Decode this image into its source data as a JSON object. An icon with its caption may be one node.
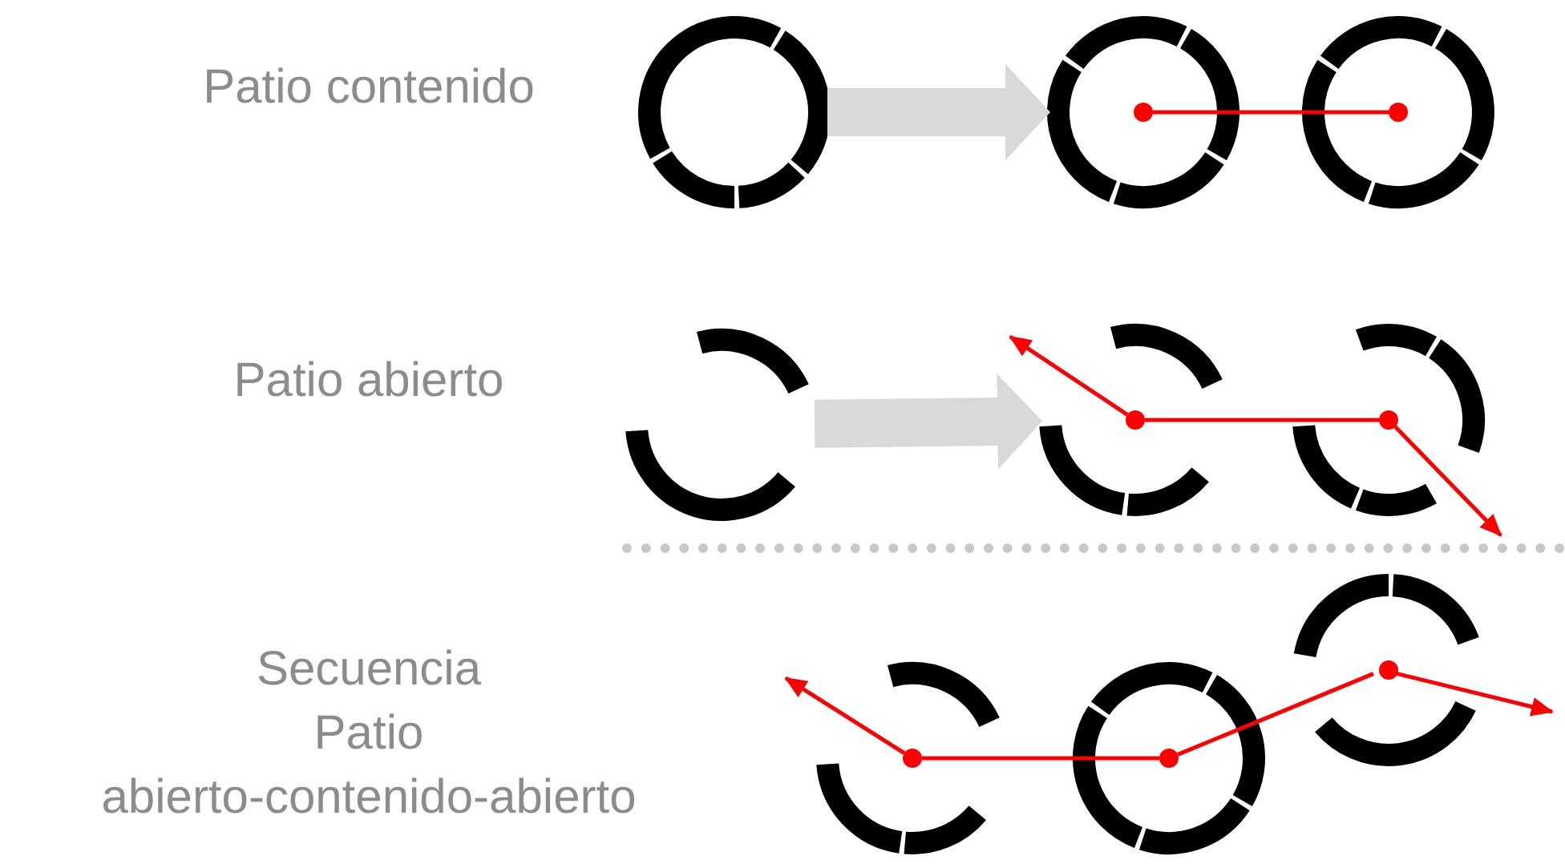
{
  "diagram": {
    "nodes": [
      {
        "text": [],
        "shape": "circle"
      },
      {
        "text": [],
        "shape": "circle"
      },
      {
        "text": [],
        "shape": "circle"
      },
      {
        "text": [],
        "shape": "dot",
        "in": 1
      },
      {
        "text": [],
        "shape": "dot",
        "in": 2
      },
      {
        "text": [],
        "shape": "arc"
      },
      {
        "text": [],
        "shape": "arc"
      },
      {
        "text": [],
        "shape": "arc"
      },
      {
        "text": [],
        "shape": "dot",
        "in": 6
      },
      {
        "text": [],
        "shape": "dot",
        "in": 7
      },
      {
        "text": [],
        "shape": "arc"
      },
      {
        "text": [],
        "shape": "circle"
      },
      {
        "text": [],
        "shape": "arc"
      },
      {
        "text": [],
        "shape": "dot",
        "in": 10
      },
      {
        "text": [],
        "shape": "dot",
        "in": 11
      },
      {
        "text": [],
        "shape": "dot",
        "in": 12
      }
    ],
    "edges": [
      {
        "from": 0,
        "to": 1,
        "arrow": "to",
        "style": "thick",
        "color": "#d9d9d9"
      },
      {
        "from": 3,
        "to": 4,
        "arrow": "none"
      },
      {
        "from": 5,
        "to": 6,
        "arrow": "to",
        "style": "thick",
        "color": "#d9d9d9"
      },
      {
        "from": 8,
        "to": null,
        "arrow": "to"
      },
      {
        "from": 8,
        "to": 9,
        "arrow": "none"
      },
      {
        "from": 9,
        "to": null,
        "arrow": "to"
      },
      {
        "from": 13,
        "to": null,
        "arrow": "to"
      },
      {
        "from": 13,
        "to": 14,
        "arrow": "none"
      },
      {
        "from": 14,
        "to": 15,
        "arrow": "none"
      },
      {
        "from": 15,
        "to": null,
        "arrow": "to"
      }
    ],
    "labels": [
      "Patio contenido",
      "Patio abierto",
      "Secuencia Patio abierto-contenido-abierto"
    ]
  }
}
